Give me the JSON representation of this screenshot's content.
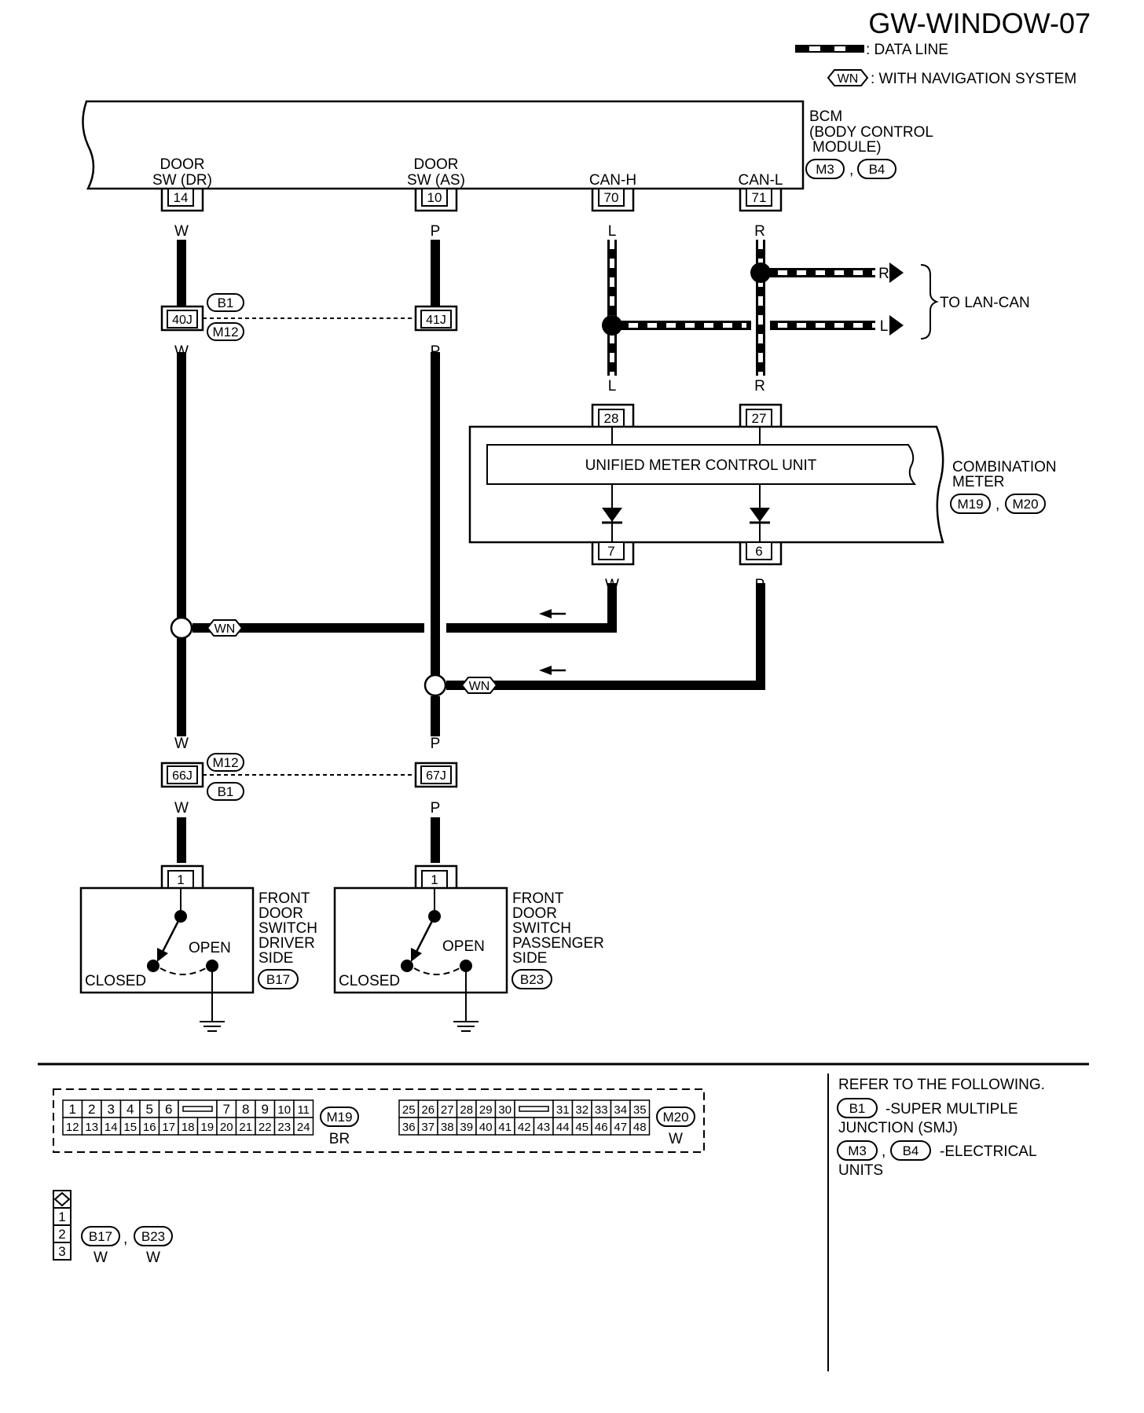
{
  "header": {
    "title": "GW-WINDOW-07",
    "legend_data_line": ": DATA LINE",
    "legend_wn_symbol": "WN",
    "legend_wn_text": ": WITH NAVIGATION SYSTEM"
  },
  "bcm": {
    "name": "BCM",
    "desc1": "(BODY CONTROL",
    "desc2": "MODULE)",
    "connectors": [
      "M3",
      "B4"
    ],
    "comma": ",",
    "terminals": [
      {
        "label1": "DOOR",
        "label2": "SW (DR)",
        "pin": "14",
        "wire": "W"
      },
      {
        "label1": "DOOR",
        "label2": "SW (AS)",
        "pin": "10",
        "wire": "P"
      },
      {
        "label1": "",
        "label2": "CAN-H",
        "pin": "70",
        "wire": "L"
      },
      {
        "label1": "",
        "label2": "CAN-L",
        "pin": "71",
        "wire": "R"
      }
    ]
  },
  "lan_can": {
    "label": "TO LAN-CAN",
    "wire_r": "R",
    "wire_l": "L"
  },
  "junction_top": {
    "pins": [
      "40J",
      "41J"
    ],
    "connectors": [
      "B1",
      "M12"
    ],
    "wires_below": [
      "W",
      "P"
    ]
  },
  "combination_meter": {
    "name1": "COMBINATION",
    "name2": "METER",
    "connectors": [
      "M19",
      "M20"
    ],
    "comma": ",",
    "unit_label": "UNIFIED METER CONTROL UNIT",
    "pins_in": [
      {
        "pin": "28",
        "wire": "L"
      },
      {
        "pin": "27",
        "wire": "R"
      }
    ],
    "pins_out": [
      {
        "pin": "7",
        "wire": "W"
      },
      {
        "pin": "6",
        "wire": "P"
      }
    ]
  },
  "wn_tags": [
    "WN",
    "WN"
  ],
  "junction_bottom": {
    "wires_above": [
      "W",
      "P"
    ],
    "pins": [
      "66J",
      "67J"
    ],
    "connectors": [
      "M12",
      "B1"
    ],
    "wires_below": [
      "W",
      "P"
    ]
  },
  "switches": [
    {
      "pin": "1",
      "lines": [
        "FRONT",
        "DOOR",
        "SWITCH",
        "DRIVER",
        "SIDE"
      ],
      "connector": "B17",
      "open": "OPEN",
      "closed": "CLOSED"
    },
    {
      "pin": "1",
      "lines": [
        "FRONT",
        "DOOR",
        "SWITCH",
        "PASSENGER",
        "SIDE"
      ],
      "connector": "B23",
      "open": "OPEN",
      "closed": "CLOSED"
    }
  ],
  "connector_faces": [
    {
      "top": [
        "1",
        "2",
        "3",
        "4",
        "5",
        "6",
        "",
        "7",
        "8",
        "9",
        "10",
        "11"
      ],
      "bottom": [
        "12",
        "13",
        "14",
        "15",
        "16",
        "17",
        "18",
        "19",
        "20",
        "21",
        "22",
        "23",
        "24"
      ],
      "id": "M19",
      "color": "BR"
    },
    {
      "top": [
        "25",
        "26",
        "27",
        "28",
        "29",
        "30",
        "",
        "31",
        "32",
        "33",
        "34",
        "35"
      ],
      "bottom": [
        "36",
        "37",
        "38",
        "39",
        "40",
        "41",
        "42",
        "43",
        "44",
        "45",
        "46",
        "47",
        "48"
      ],
      "id": "M20",
      "color": "W"
    }
  ],
  "small_connector": {
    "pins": [
      "1",
      "2",
      "3"
    ],
    "ids": [
      {
        "id": "B17",
        "color": "W"
      },
      {
        "id": "B23",
        "color": "W"
      }
    ],
    "comma": ","
  },
  "refer": {
    "heading": "REFER TO THE FOLLOWING.",
    "b1_tag": "B1",
    "b1_text1": "-SUPER MULTIPLE",
    "b1_text2": "JUNCTION (SMJ)",
    "m3_tag": "M3",
    "b4_tag": "B4",
    "comma": ",",
    "eu_text1": "-ELECTRICAL",
    "eu_text2": "UNITS"
  }
}
